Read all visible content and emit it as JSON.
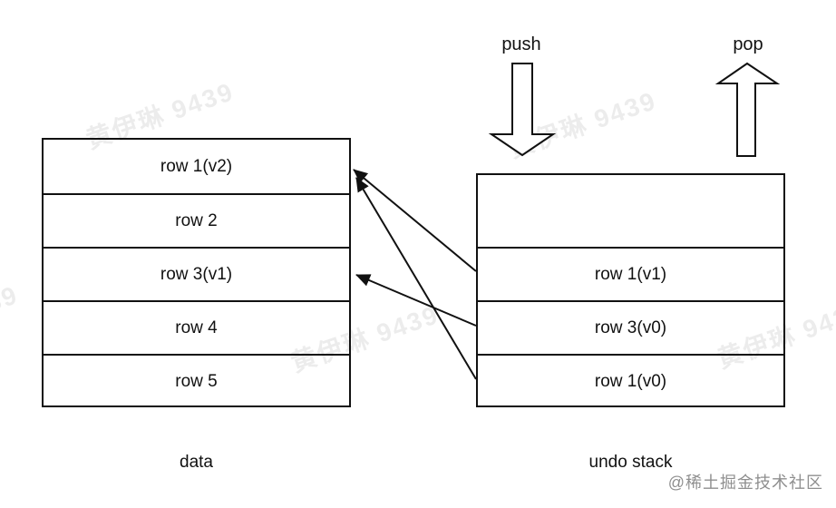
{
  "diagram": {
    "push_label": "push",
    "pop_label": "pop",
    "data_table": {
      "label": "data",
      "rows": [
        "row 1(v2)",
        "row 2",
        "row 3(v1)",
        "row 4",
        "row 5"
      ]
    },
    "undo_stack": {
      "label": "undo stack",
      "rows": [
        "",
        "row 1(v1)",
        "row 3(v0)",
        "row 1(v0)"
      ]
    },
    "connections": [
      {
        "from": "row 1(v1)",
        "to": "row 1(v2)"
      },
      {
        "from": "row 3(v0)",
        "to": "row 3(v1)"
      },
      {
        "from": "row 1(v0)",
        "to": "row 1(v2)"
      }
    ],
    "colors": {
      "line": "#111111",
      "background": "#ffffff"
    }
  },
  "watermarks": {
    "tile_text": "黄伊琳 9439",
    "credit_text": "@稀土掘金技术社区",
    "tile_color": "#ebebeb",
    "credit_color": "#8f8f8f"
  }
}
